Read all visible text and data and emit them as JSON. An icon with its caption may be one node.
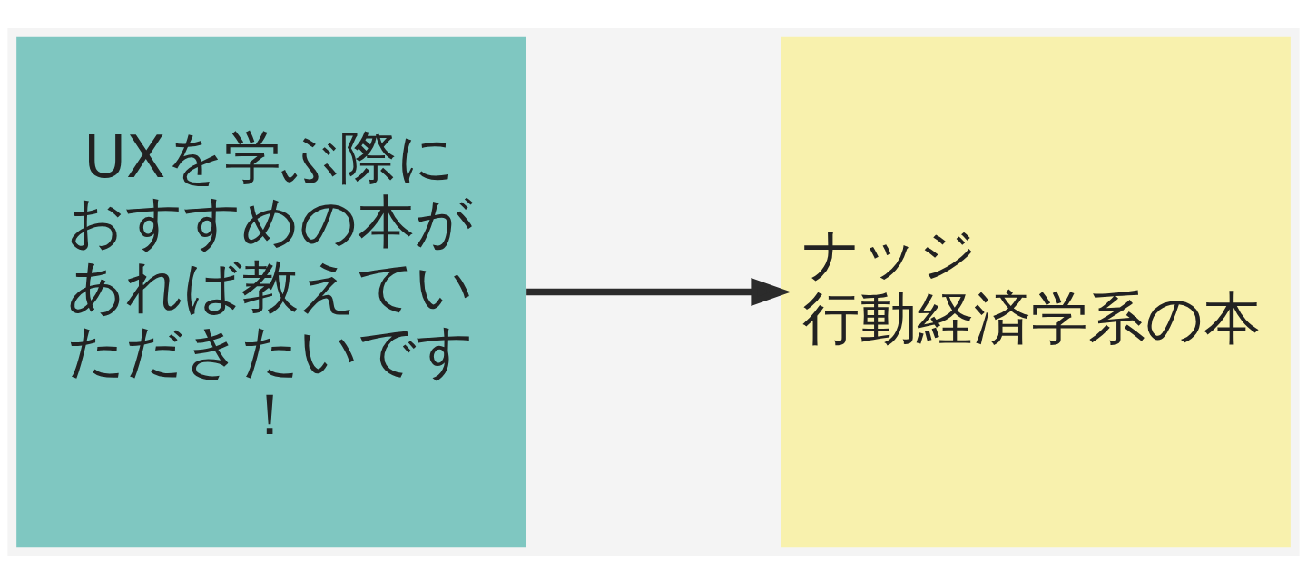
{
  "diagram": {
    "nodes": [
      {
        "text": [
          "UXを学ぶ際におすすめの本があれば教えていただきたいです！"
        ]
      },
      {
        "text": [
          "ナッジ",
          "行動経済学系の本"
        ]
      }
    ],
    "edges": [
      {
        "from": 0,
        "to": 1,
        "arrow": "to"
      }
    ]
  }
}
